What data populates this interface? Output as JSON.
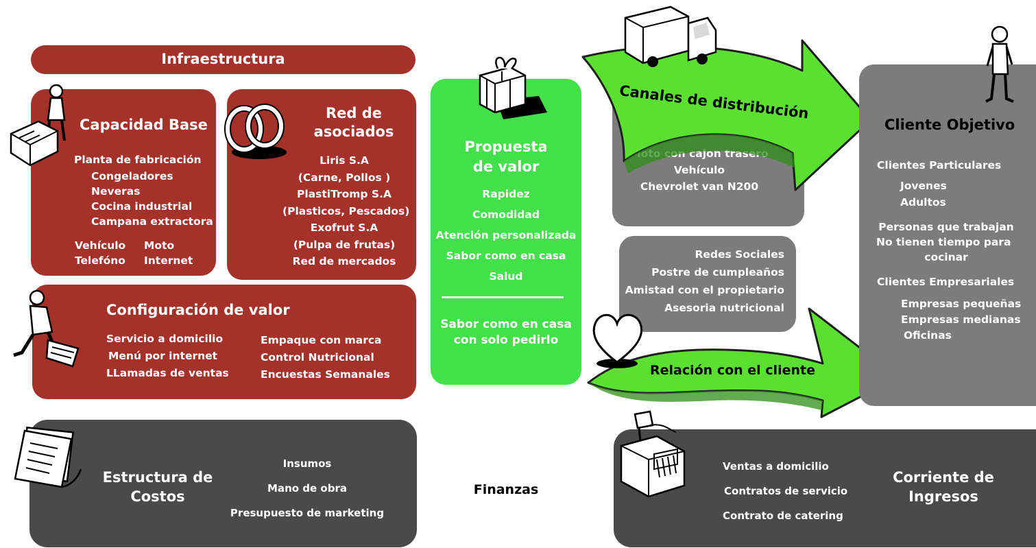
{
  "infraestructura": {
    "title": "Infraestructura"
  },
  "capacidad_base": {
    "title": "Capacidad Base",
    "heading": "Planta de fabricación",
    "items": [
      "Congeladores",
      "Neveras",
      "Cocina industrial",
      "Campana extractora"
    ],
    "left": [
      "Vehículo",
      "Telefóno"
    ],
    "right": [
      "Moto",
      "Internet"
    ]
  },
  "red_asociados": {
    "title_line1": "Red de",
    "title_line2": "asociados",
    "items": [
      "Liris S.A",
      "(Carne, Pollos )",
      "PlastiTromp S.A",
      "(Plasticos, Pescados)",
      "Exofrut S.A",
      "(Pulpa de frutas)",
      "Red de mercados"
    ]
  },
  "configuracion_valor": {
    "title": "Configuración de valor",
    "left": [
      "Servicio a domicilio",
      "Menú por internet",
      "LLamadas de ventas"
    ],
    "right": [
      "Empaque con marca",
      "Control Nutricional",
      "Encuestas Semanales"
    ]
  },
  "propuesta_valor": {
    "title_line1": "Propuesta",
    "title_line2": "de valor",
    "items": [
      "Rapidez",
      "Comodidad",
      "Atención personalizada",
      "Sabor como en casa",
      "Salud"
    ],
    "slogan_line1": "Sabor como en casa",
    "slogan_line2": "con solo pedirlo"
  },
  "canales": {
    "title": "Canales de distribución",
    "items": [
      "Moto con cajon trasero",
      "Vehículo",
      "Chevrolet van N200"
    ]
  },
  "relacion": {
    "title": "Relación con el cliente",
    "items": [
      "Redes Sociales",
      "Postre de cumpleaños",
      "Amistad con el propietario",
      "Asesoria nutricional"
    ]
  },
  "cliente_objetivo": {
    "title": "Cliente Objetivo",
    "particulares": "Clientes Particulares",
    "particulares_items": [
      "Jovenes",
      "Adultos"
    ],
    "trabajan_line1": "Personas que trabajan",
    "trabajan_line2": "No tienen tiempo para",
    "trabajan_line3": "cocinar",
    "empresariales": "Clientes Empresariales",
    "empresariales_items": [
      "Empresas pequeñas",
      "Empresas medianas",
      "Oficinas"
    ]
  },
  "estructura_costos": {
    "title_line1": "Estructura de",
    "title_line2": "Costos",
    "items": [
      "Insumos",
      "Mano de obra",
      "Presupuesto de marketing"
    ]
  },
  "finanzas": {
    "label": "Finanzas"
  },
  "corriente_ingresos": {
    "title_line1": "Corriente de",
    "title_line2": "Ingresos",
    "items": [
      "Ventas a domicilio",
      "Contratos de servicio",
      "Contrato de catering"
    ]
  },
  "colors": {
    "red": "#a5312b",
    "gray": "#7c7c7c",
    "dark": "#4a4a4a",
    "green": "#43e04b",
    "arrow_green": "#5be032"
  }
}
